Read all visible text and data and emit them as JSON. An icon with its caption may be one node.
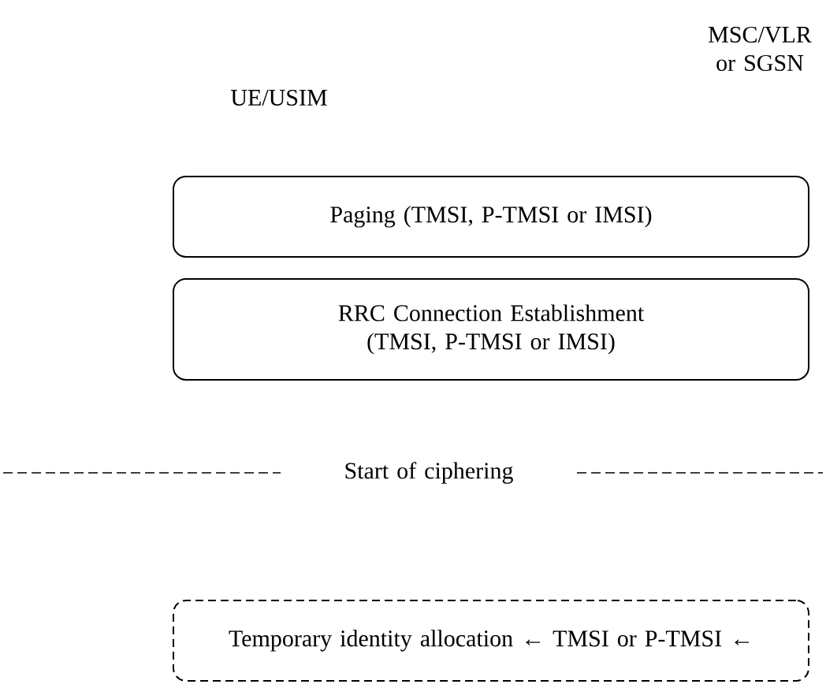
{
  "diagram": {
    "nodes": [
      {
        "text": [
          "Paging (TMSI, P-TMSI or IMSI)"
        ]
      },
      {
        "text": [
          "RRC Connection Establishment (TMSI, P-TMSI or IMSI)"
        ]
      },
      {
        "text": [
          "Temporary identity allocation ← TMSI or P-TMSI ←"
        ]
      }
    ],
    "labels": [
      "UE/USIM",
      "MSC/VLR or SGSN",
      "Start of ciphering"
    ]
  }
}
